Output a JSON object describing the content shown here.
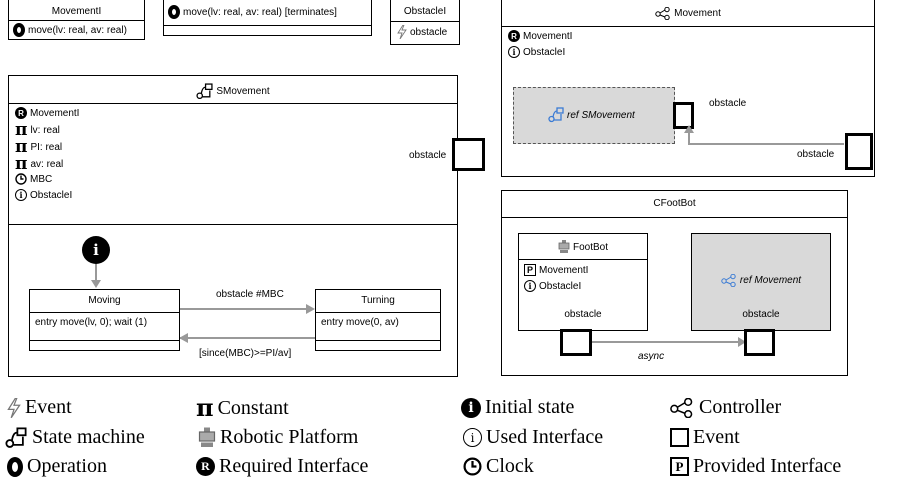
{
  "movementi": {
    "title": "MovementI",
    "op": "move(lv: real, av: real)"
  },
  "move_op": {
    "label": "move(lv: real, av: real) [terminates]"
  },
  "obstaclei": {
    "title": "ObstacleI",
    "event": "obstacle"
  },
  "movement_ctrl": {
    "title": "Movement",
    "req": "MovementI",
    "used": "ObstacleI",
    "ref": "ref SMovement",
    "ref_port": "obstacle",
    "port": "obstacle"
  },
  "smovement": {
    "title": "SMovement",
    "req": "MovementI",
    "c1": "lv: real",
    "c2": "PI: real",
    "c3": "av: real",
    "clock": "MBC",
    "used": "ObstacleI",
    "port": "obstacle",
    "moving": {
      "name": "Moving",
      "entry": "entry move(lv, 0); wait (1)"
    },
    "turning": {
      "name": "Turning",
      "entry": "entry move(0, av)"
    },
    "t1": "obstacle #MBC",
    "t2": "[since(MBC)>=PI/av]"
  },
  "cfootbot": {
    "title": "CFootBot",
    "robot": "FootBot",
    "prov": "MovementI",
    "used": "ObstacleI",
    "robot_port": "obstacle",
    "ref": "ref Movement",
    "ref_port": "obstacle",
    "conn": "async"
  },
  "legend": [
    "Event",
    "Constant",
    "Initial state",
    "Controller",
    "State machine",
    "Robotic Platform",
    "Used Interface",
    "Event",
    "Operation",
    "Required Interface",
    "Clock",
    "Provided Interface"
  ],
  "colors": {
    "accent": "#3a7bd5",
    "grey_box": "#d9d9d9",
    "arrow": "#9a9a9a"
  }
}
